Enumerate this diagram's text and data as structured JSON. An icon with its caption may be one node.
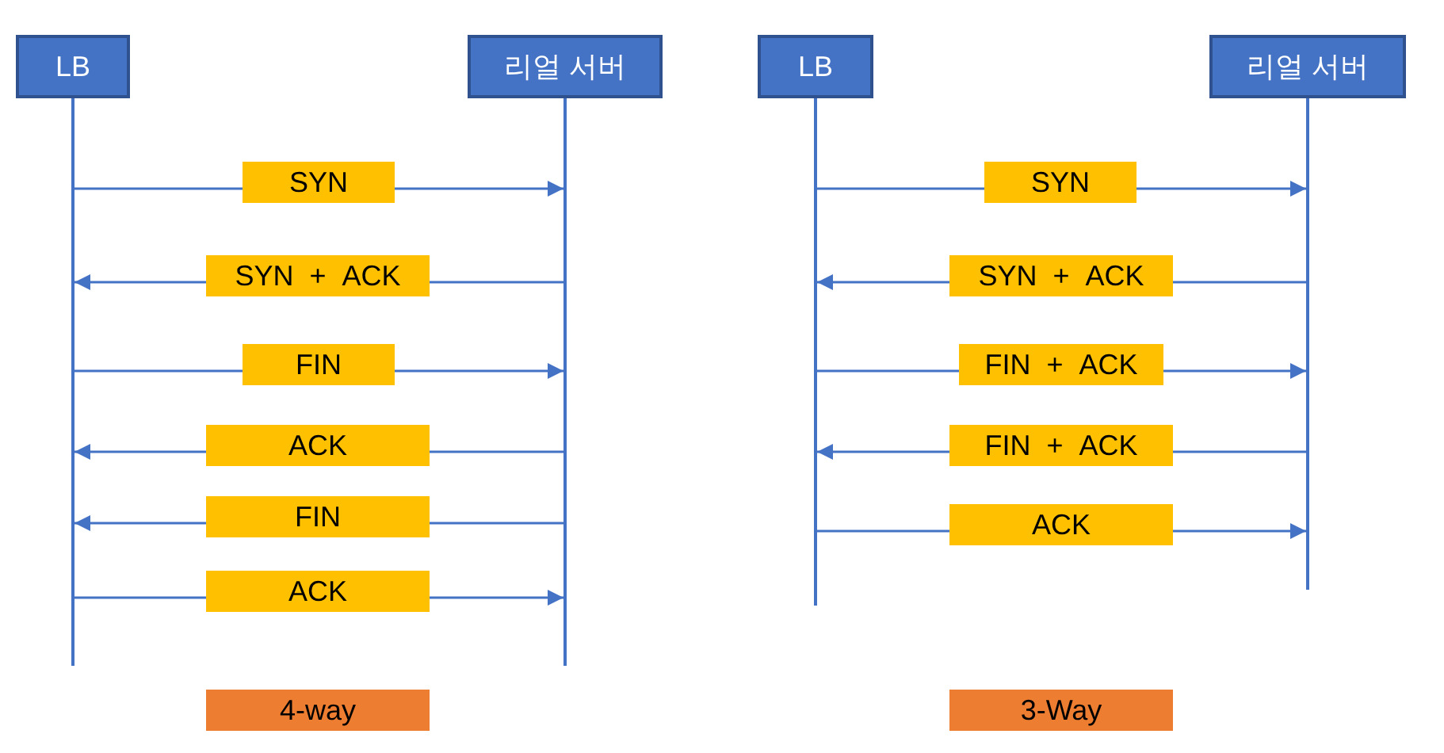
{
  "diagram": {
    "nodes": [
      {
        "text": [
          "LB"
        ]
      },
      {
        "text": [
          "리얼 서버"
        ]
      },
      {
        "text": [
          "4-way"
        ]
      },
      {
        "text": [
          "LB"
        ]
      },
      {
        "text": [
          "리얼 서버"
        ]
      },
      {
        "text": [
          "3-Way"
        ]
      }
    ],
    "edges": [
      {
        "from": 0,
        "to": 1,
        "arrow": "to",
        "label": "SYN"
      },
      {
        "from": 1,
        "to": 0,
        "arrow": "to",
        "label": "SYN + ACK"
      },
      {
        "from": 0,
        "to": 1,
        "arrow": "to",
        "label": "FIN"
      },
      {
        "from": 1,
        "to": 0,
        "arrow": "to",
        "label": "ACK"
      },
      {
        "from": 1,
        "to": 0,
        "arrow": "to",
        "label": "FIN"
      },
      {
        "from": 0,
        "to": 1,
        "arrow": "to",
        "label": "ACK"
      },
      {
        "from": 3,
        "to": 4,
        "arrow": "to",
        "label": "SYN"
      },
      {
        "from": 4,
        "to": 3,
        "arrow": "to",
        "label": "SYN + ACK"
      },
      {
        "from": 3,
        "to": 4,
        "arrow": "to",
        "label": "FIN + ACK"
      },
      {
        "from": 4,
        "to": 3,
        "arrow": "to",
        "label": "FIN + ACK"
      },
      {
        "from": 3,
        "to": 4,
        "arrow": "to",
        "label": "ACK"
      }
    ]
  }
}
